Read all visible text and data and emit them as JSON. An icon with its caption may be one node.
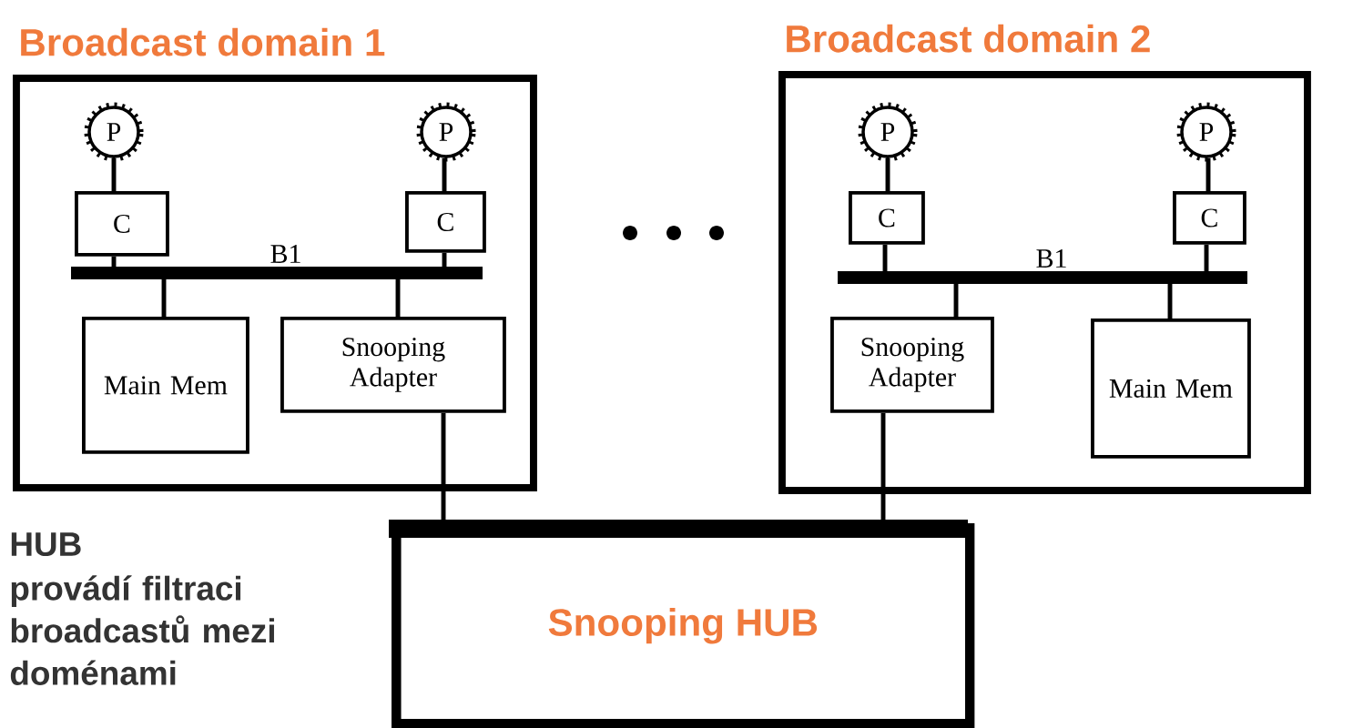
{
  "diagram": {
    "nodes": [
      {
        "text": [
          "Broadcast domain 1"
        ]
      },
      {
        "text": [
          "P"
        ],
        "in": 0
      },
      {
        "text": [
          "P"
        ],
        "in": 0
      },
      {
        "text": [
          "C"
        ],
        "in": 0
      },
      {
        "text": [
          "C"
        ],
        "in": 0
      },
      {
        "text": [],
        "shape": "bar",
        "in": 0,
        "beside": [
          "B1"
        ]
      },
      {
        "text": [
          "Main Mem"
        ],
        "in": 0
      },
      {
        "text": [
          "Snooping Adapter"
        ],
        "in": 0
      },
      {
        "text": [
          "Broadcast domain 2"
        ]
      },
      {
        "text": [
          "P"
        ],
        "in": 8
      },
      {
        "text": [
          "P"
        ],
        "in": 8
      },
      {
        "text": [
          "C"
        ],
        "in": 8
      },
      {
        "text": [
          "C"
        ],
        "in": 8
      },
      {
        "text": [],
        "shape": "bar",
        "in": 8,
        "beside": [
          "B1"
        ]
      },
      {
        "text": [
          "Snooping Adapter"
        ],
        "in": 8
      },
      {
        "text": [
          "Main Mem"
        ],
        "in": 8
      },
      {
        "text": [
          "Snooping HUB"
        ]
      }
    ],
    "edges": [
      {
        "from": 1,
        "to": 3,
        "arrow": "none"
      },
      {
        "from": 2,
        "to": 4,
        "arrow": "none"
      },
      {
        "from": 3,
        "to": 5,
        "arrow": "none"
      },
      {
        "from": 4,
        "to": 5,
        "arrow": "none"
      },
      {
        "from": 5,
        "to": 6,
        "arrow": "none"
      },
      {
        "from": 5,
        "to": 7,
        "arrow": "none"
      },
      {
        "from": 7,
        "to": 16,
        "arrow": "none"
      },
      {
        "from": 9,
        "to": 11,
        "arrow": "none"
      },
      {
        "from": 10,
        "to": 12,
        "arrow": "none"
      },
      {
        "from": 11,
        "to": 13,
        "arrow": "none"
      },
      {
        "from": 12,
        "to": 13,
        "arrow": "none"
      },
      {
        "from": 13,
        "to": 14,
        "arrow": "none"
      },
      {
        "from": 13,
        "to": 15,
        "arrow": "none"
      },
      {
        "from": 14,
        "to": 16,
        "arrow": "none"
      }
    ],
    "labels": [
      "HUB",
      "provádí filtraci broadcastů mezi doménami"
    ]
  }
}
